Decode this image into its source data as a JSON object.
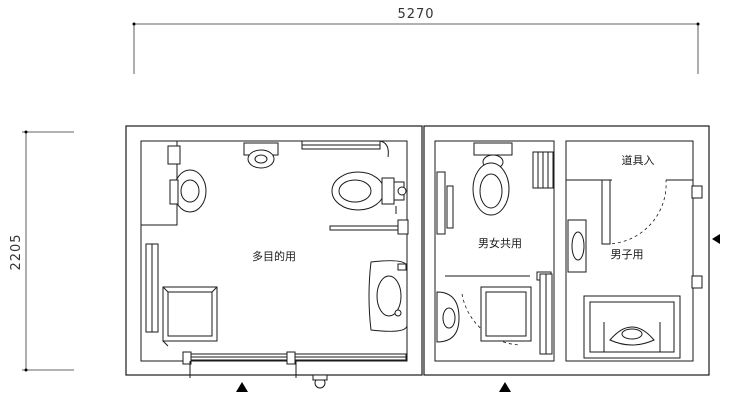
{
  "dimensions": {
    "width_label": "5270",
    "height_label": "2205"
  },
  "rooms": {
    "multipurpose": {
      "label": "多目的用"
    },
    "unisex": {
      "label": "男女共用"
    },
    "storage": {
      "label": "道具入"
    },
    "mens": {
      "label": "男子用"
    }
  }
}
